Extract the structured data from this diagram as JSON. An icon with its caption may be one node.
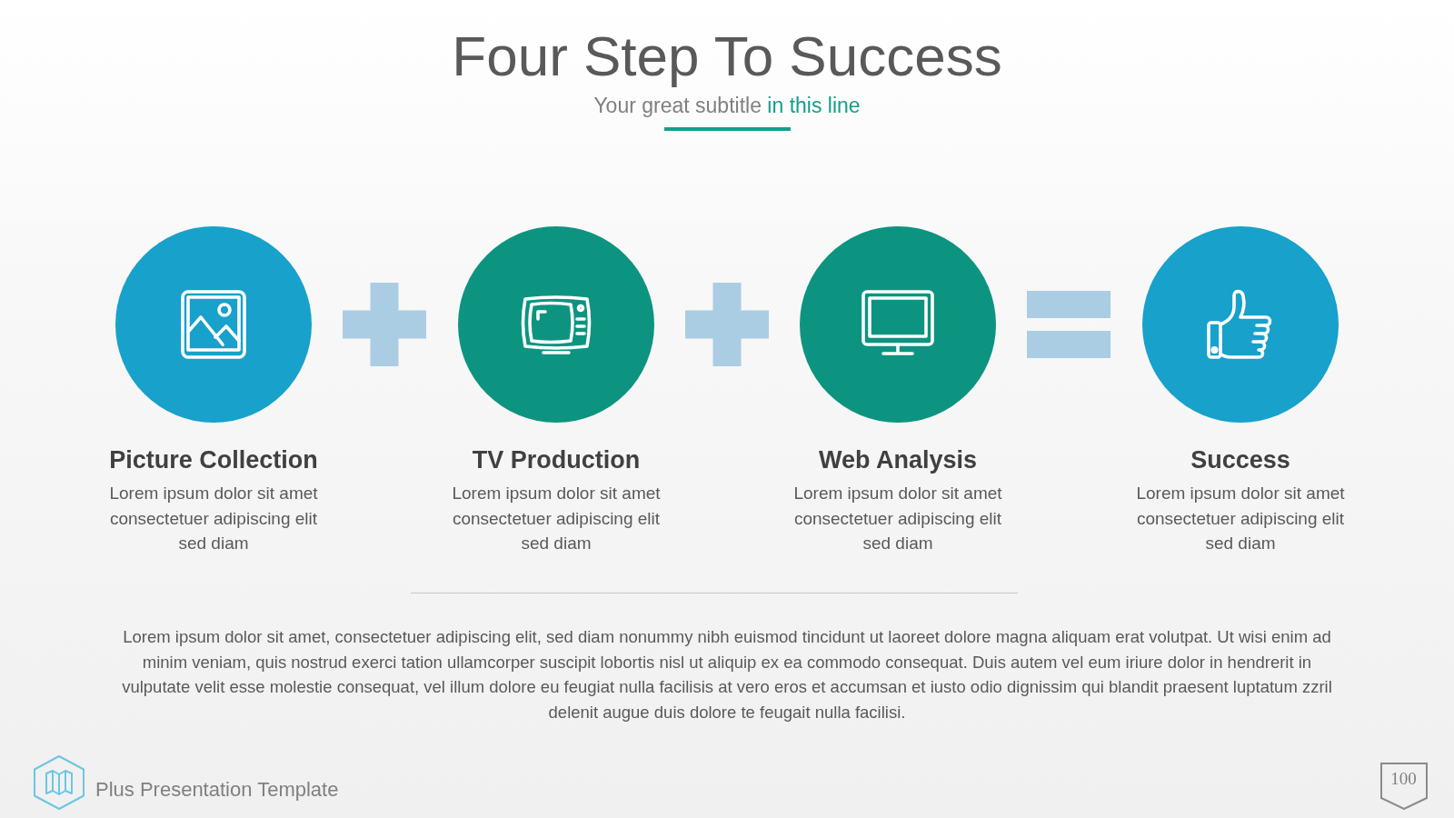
{
  "diagram": {
    "title": "Four Step To Success",
    "nodes": [
      {
        "text": [
          "Picture Collection",
          "Lorem ipsum dolor sit amet consectetuer adipiscing elit sed diam"
        ]
      },
      {
        "text": [
          "TV Production",
          "Lorem ipsum dolor sit amet consectetuer adipiscing elit sed diam"
        ]
      },
      {
        "text": [
          "Web Analysis",
          "Lorem ipsum dolor sit amet consectetuer adipiscing elit sed diam"
        ]
      },
      {
        "text": [
          "Success",
          "Lorem ipsum dolor sit amet consectetuer adipiscing elit sed diam"
        ]
      }
    ],
    "labels": [
      "Your great subtitle *in this line*",
      "Lorem ipsum dolor sit amet, consectetuer adipiscing elit, sed diam nonummy nibh euismod tincidunt ut laoreet dolore magna aliquam erat volutpat. Ut wisi enim ad minim veniam, quis nostrud exerci tation ullamcorper suscipit lobortis nisl ut aliquip ex ea commodo consequat. Duis autem vel eum iriure dolor in hendrerit in vulputate velit esse molestie consequat, vel illum dolore eu feugiat nulla facilisis at vero eros et accumsan et iusto odio dignissim qui blandit praesent luptatum zzril delenit augue duis dolore te feugait nulla facilisi.",
      "Plus Presentation Template",
      "100"
    ]
  }
}
